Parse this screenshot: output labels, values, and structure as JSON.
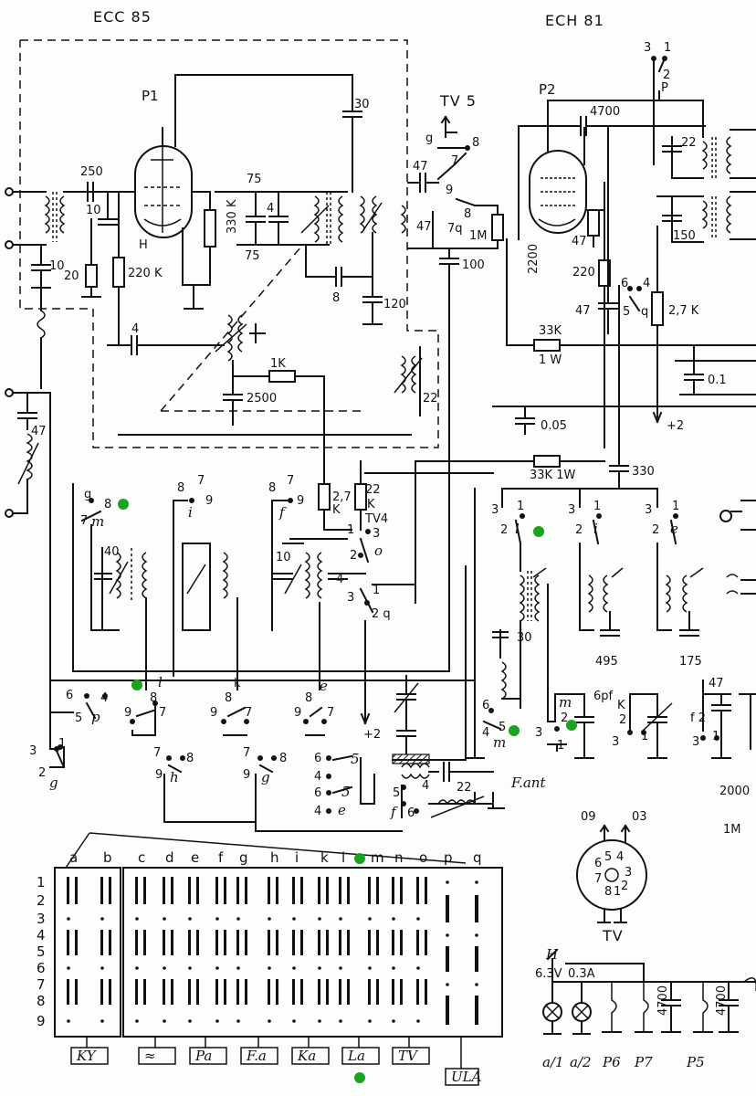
{
  "tubes": {
    "left": {
      "type": "ECC 85",
      "ref": "P1"
    },
    "right": {
      "type": "ECH 81",
      "ref": "P2"
    }
  },
  "components": {
    "c250": "250",
    "c10a": "10",
    "c10b": "10",
    "r20": "20",
    "r220k": "220 K",
    "h": "H",
    "r330k": "330 K",
    "c75a": "75",
    "c75b": "75",
    "c4a": "4",
    "c30": "30",
    "c8": "8",
    "c120": "120",
    "c4b": "4",
    "r1k": "1K",
    "c2500": "2500",
    "l22": "22",
    "c47a": "47",
    "c47b": "47",
    "r1m": "1M",
    "c100": "100",
    "c4700": "4700",
    "c22": "22",
    "c150": "150",
    "c47k": "47",
    "r220": "220",
    "r2200": "2200",
    "c47c": "47",
    "r27k_top": "2,7 K",
    "r33k": "33K",
    "w1": "1 W",
    "c01": "0.1",
    "c005": "0.05",
    "plus2a": "+2",
    "r33k1w": "33K 1W",
    "c330": "330",
    "r27k": "2,7",
    "rk": "K",
    "r22k": "22",
    "r22kk": "K",
    "tv4": "TV4",
    "c40": "40",
    "c10c": "10",
    "c30b": "30",
    "c495": "495",
    "c175": "175",
    "pf": "6pf",
    "k": "K",
    "f2": "f 2",
    "c2000": "2000",
    "c1m": "1M",
    "plus2b": "+2",
    "c22b": "22",
    "c47d": "47",
    "fant": "F.ant",
    "tv5": "TV 5"
  },
  "switch_contacts": {
    "tv5_top": {
      "g": "g",
      "eight": "8",
      "seven": "7",
      "nine": "9",
      "eightb": "8",
      "sevenq": "7q"
    },
    "sw_left_top": {
      "g": "g",
      "eight": "8",
      "seven": "7",
      "m": "m"
    },
    "sw_mid_top": {
      "eight": "8",
      "seven": "7",
      "nine": "9",
      "i": "i"
    },
    "sw_right_top": {
      "eight": "8",
      "seven": "7",
      "f": "f",
      "nine": "9"
    },
    "tv4_pins": {
      "one": "1",
      "three": "3",
      "two": "2",
      "o": "o",
      "four": "4",
      "three_b": "3",
      "one_b": "1",
      "two_q": "2 q"
    },
    "rf_bank": {
      "l": "l",
      "i": "i",
      "e": "e",
      "two_a": "2",
      "two_b": "2",
      "two_c": "2",
      "three_a": "3",
      "one_a": "1",
      "three_b": "3",
      "one_b": "1",
      "three_c": "3",
      "one_c": "1"
    },
    "bottom_left": {
      "six": "6",
      "four": "4",
      "five": "5",
      "p": "p",
      "eight": "8",
      "l": "l",
      "nine": "9",
      "seven": "7",
      "eight_k": "8",
      "k": "k",
      "nine_b": "9",
      "seven_b": "7",
      "eight_e": "8",
      "e": "e",
      "nine_c": "9",
      "seven_c": "7"
    },
    "bottom_row": {
      "three": "3",
      "one": "1",
      "two": "2",
      "g": "g",
      "seven": "7",
      "eight": "8",
      "nine": "9",
      "h": "h",
      "seven_b": "7",
      "eight_b": "8",
      "nine_b": "9",
      "g_b": "g"
    },
    "ant_sw": {
      "six": "6",
      "five": "5",
      "four": "4",
      "six_b": "6",
      "five_b": "5",
      "four_e": "4",
      "e": "e",
      "five_f": "5",
      "four_f": "4",
      "f": "f",
      "six_f": "6"
    },
    "mid_sw": {
      "six": "6",
      "four": "4",
      "five": "5",
      "m": "m",
      "three": "3",
      "m2": "m",
      "two": "2",
      "one": "1",
      "k": "K",
      "two_b": "2",
      "one_b": "1",
      "three_b": "3",
      "f2": "f 2",
      "three_c": "3",
      "one_c": "1"
    },
    "top_right_sw": {
      "three": "3",
      "one": "1",
      "two": "2",
      "p": "P",
      "six": "6",
      "four": "4",
      "five": "5",
      "q": "q"
    }
  },
  "matrix": {
    "columns": [
      "a",
      "b",
      "c",
      "d",
      "e",
      "f",
      "g",
      "h",
      "i",
      "k",
      "l",
      "m",
      "n",
      "o",
      "p",
      "q"
    ],
    "rows": [
      "1",
      "2",
      "3",
      "4",
      "5",
      "6",
      "7",
      "8",
      "9"
    ],
    "buttons": [
      "KY",
      "≈",
      "Pa",
      "F.a",
      "Ka",
      "La",
      "TV",
      "ULA"
    ]
  },
  "socket": {
    "label_left": "09",
    "label_right": "03",
    "pins": [
      "6",
      "5",
      "4",
      "3",
      "2",
      "1",
      "8",
      "7"
    ],
    "name": "TV"
  },
  "heater": {
    "h": "H",
    "voltage": "6.3V",
    "current": "0.3A",
    "cap_a": "4700",
    "cap_b": "4700",
    "labels": [
      "a/1",
      "a/2",
      "P6",
      "P7",
      "P5"
    ]
  }
}
